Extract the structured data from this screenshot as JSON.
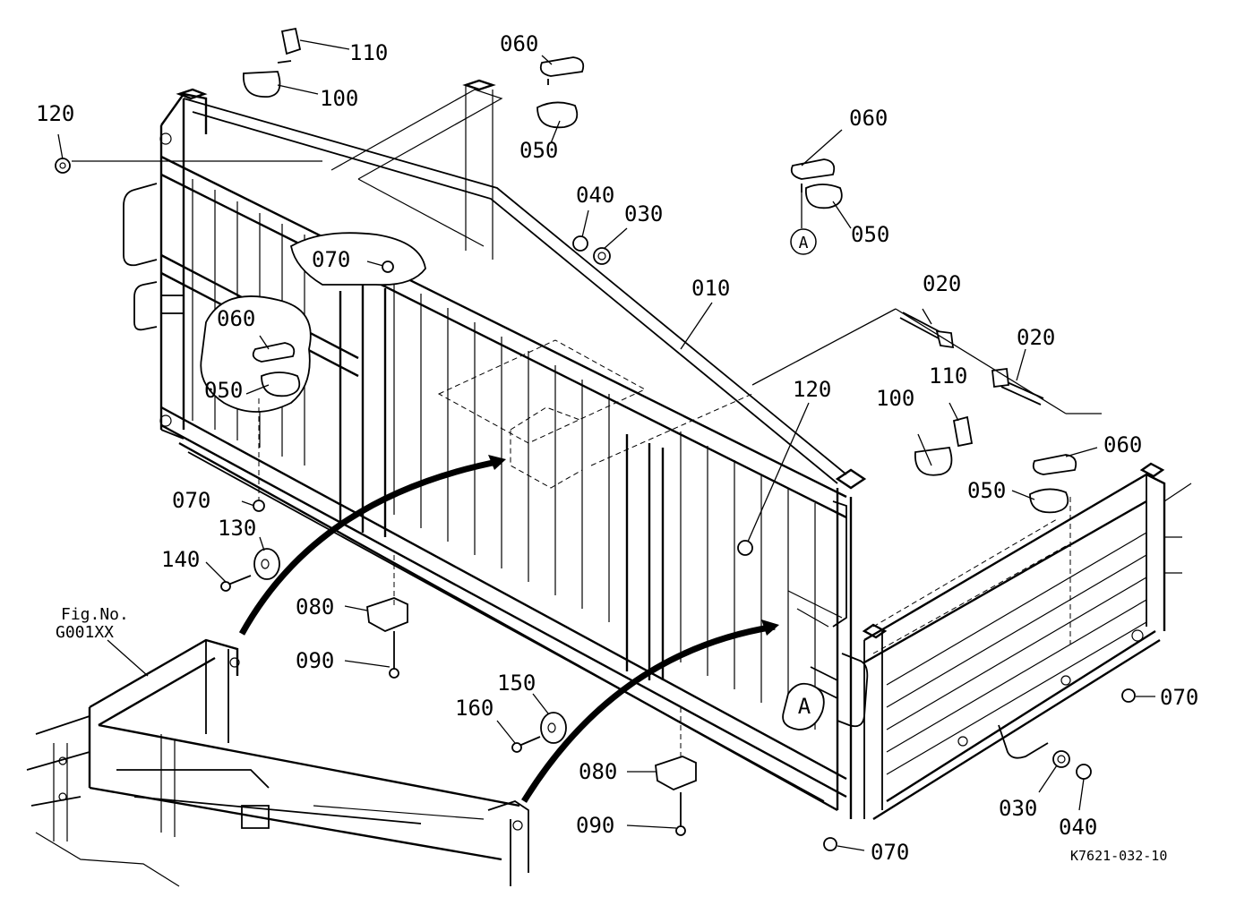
{
  "diagram_id": "K7621-032-10",
  "figure_reference": {
    "line1": "Fig.No.",
    "line2": "G001XX"
  },
  "view_marker": "A",
  "part_labels": [
    {
      "id": "label_110_top",
      "text": "110"
    },
    {
      "id": "label_100_top",
      "text": "100"
    },
    {
      "id": "label_060_top",
      "text": "060"
    },
    {
      "id": "label_050_top",
      "text": "050"
    },
    {
      "id": "label_120_left",
      "text": "120"
    },
    {
      "id": "label_060_viewA",
      "text": "060"
    },
    {
      "id": "label_050_viewA",
      "text": "050"
    },
    {
      "id": "label_040_top",
      "text": "040"
    },
    {
      "id": "label_030_top",
      "text": "030"
    },
    {
      "id": "label_070_upper",
      "text": "070"
    },
    {
      "id": "label_060_left",
      "text": "060"
    },
    {
      "id": "label_050_left",
      "text": "050"
    },
    {
      "id": "label_010",
      "text": "010"
    },
    {
      "id": "label_020_a",
      "text": "020"
    },
    {
      "id": "label_020_b",
      "text": "020"
    },
    {
      "id": "label_110_right",
      "text": "110"
    },
    {
      "id": "label_100_right",
      "text": "100"
    },
    {
      "id": "label_120_right",
      "text": "120"
    },
    {
      "id": "label_060_right",
      "text": "060"
    },
    {
      "id": "label_050_right",
      "text": "050"
    },
    {
      "id": "label_070_left",
      "text": "070"
    },
    {
      "id": "label_130",
      "text": "130"
    },
    {
      "id": "label_140",
      "text": "140"
    },
    {
      "id": "label_080_left",
      "text": "080"
    },
    {
      "id": "label_090_left",
      "text": "090"
    },
    {
      "id": "label_150",
      "text": "150"
    },
    {
      "id": "label_160",
      "text": "160"
    },
    {
      "id": "label_080_right",
      "text": "080"
    },
    {
      "id": "label_090_right",
      "text": "090"
    },
    {
      "id": "label_070_right",
      "text": "070"
    },
    {
      "id": "label_030_bottom",
      "text": "030"
    },
    {
      "id": "label_040_bottom",
      "text": "040"
    },
    {
      "id": "label_070_bottom",
      "text": "070"
    }
  ]
}
